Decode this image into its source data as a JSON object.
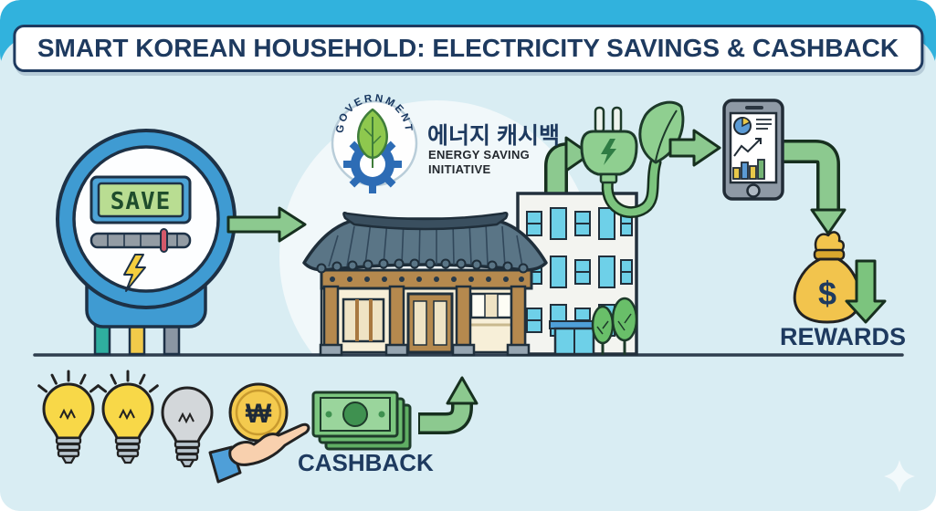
{
  "header": {
    "title": "SMART KOREAN HOUSEHOLD: ELECTRICITY SAVINGS & CASHBACK"
  },
  "meter": {
    "display": "SAVE"
  },
  "initiative": {
    "badge_label": "GOVERNMENT",
    "korean_title": "에너지 캐시백",
    "subtitle_line1": "ENERGY SAVING",
    "subtitle_line2": "INITIATIVE"
  },
  "rewards": {
    "label": "REWARDS",
    "currency_symbol": "$"
  },
  "cashback": {
    "label": "CASHBACK",
    "coin_symbol": "₩"
  },
  "colors": {
    "header_band": "#31b2dd",
    "panel_blue": "#d9edf3",
    "navy": "#1e3a5f",
    "arrow_green": "#8cc98f",
    "meter_blue": "#3f9bd2",
    "lcd_green": "#b9dd92",
    "roof_slate": "#5a7586",
    "wood_brown": "#b5894e",
    "window_blue": "#6ed0e8",
    "money_gold": "#f2c44d",
    "cash_green": "#7cc77f",
    "bulb_yellow": "#f8d848",
    "plug_green": "#8fcf90",
    "gear_blue": "#2d6cb5",
    "red_marker": "#d4596a"
  }
}
